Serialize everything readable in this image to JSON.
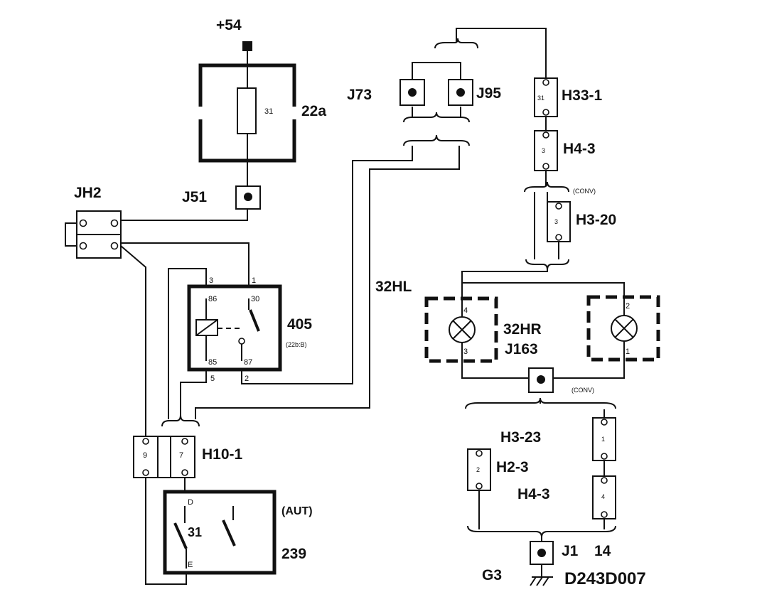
{
  "labels": {
    "supply": "+54",
    "fuse_unit": "22a",
    "fuse_value": "31",
    "j51": "J51",
    "jh2": "JH2",
    "j73": "J73",
    "j95": "J95",
    "h33_1": "H33-1",
    "h33_1_pin": "31",
    "h4_3_top": "H4-3",
    "h4_3_top_pin": "3",
    "conv_top": "(CONV)",
    "h3_20": "H3-20",
    "h3_20_pin": "3",
    "relay": "405",
    "relay_ref": "(22b:B)",
    "relay_86": "86",
    "relay_30": "30",
    "relay_85": "85",
    "relay_87": "87",
    "relay_w3": "3",
    "relay_w1": "1",
    "relay_w5": "5",
    "relay_w2": "2",
    "lamp_left": "32HL",
    "lamp_right": "32HR",
    "lamp_l_top": "4",
    "lamp_l_bot": "3",
    "lamp_r_top": "2",
    "lamp_r_bot": "1",
    "j163": "J163",
    "conv_bot": "(CONV)",
    "h3_23": "H3-23",
    "h3_23_pin": "1",
    "h2_3": "H2-3",
    "h2_3_pin": "2",
    "h4_3_bot": "H4-3",
    "h4_3_bot_pin": "4",
    "h10_1": "H10-1",
    "h10_pin9": "9",
    "h10_pin7": "7",
    "switch_aut": "(AUT)",
    "switch": "239",
    "switch_31": "31",
    "switch_d": "D",
    "switch_e": "E",
    "j1": "J1",
    "j1_pin": "14",
    "g3": "G3",
    "diagram_id": "D243D007"
  }
}
